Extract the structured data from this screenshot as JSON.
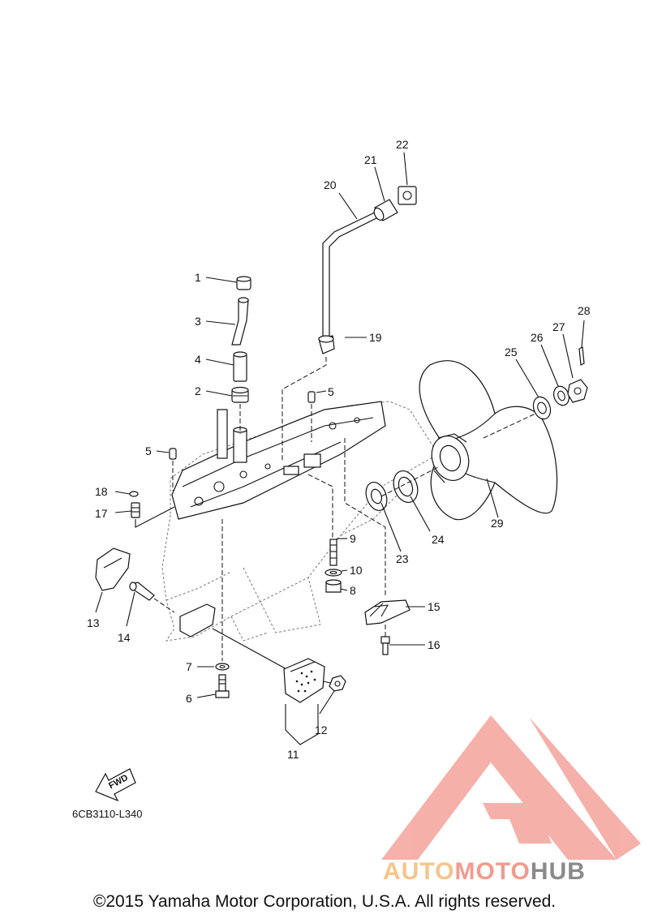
{
  "diagram": {
    "callouts": [
      "1",
      "2",
      "3",
      "4",
      "5",
      "5",
      "6",
      "7",
      "8",
      "9",
      "10",
      "11",
      "12",
      "13",
      "14",
      "15",
      "16",
      "17",
      "18",
      "19",
      "20",
      "21",
      "22",
      "23",
      "24",
      "25",
      "26",
      "27",
      "28",
      "29"
    ],
    "arrow_label": "FWD",
    "drawing_code": "6CB3110-L340"
  },
  "watermark": {
    "part1": "AUTO",
    "part2": "MOTO",
    "part3": "HUB",
    "colors": {
      "auto": "#f6c48a",
      "moto": "#f39a8e",
      "hub": "#8a8a8a",
      "logo": "#f4a39b"
    }
  },
  "footer": {
    "copyright": "©2015 Yamaha Motor Corporation, U.S.A. All rights reserved."
  }
}
